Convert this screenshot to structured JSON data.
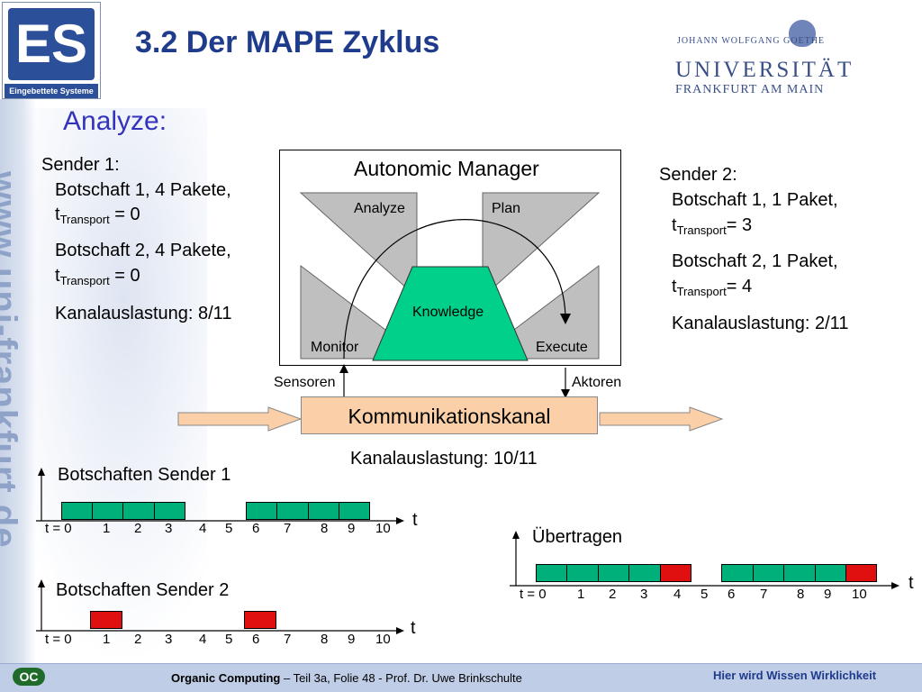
{
  "header": {
    "title": "3.2 Der MAPE Zyklus",
    "logo_es_text": "ES",
    "logo_es_caption": "Eingebettete Systeme",
    "uni_line1": "JOHANN WOLFGANG GOETHE",
    "uni_line2": "UNIVERSITÄT",
    "uni_line3": "FRANKFURT AM MAIN"
  },
  "section_heading": "Analyze:",
  "watermark_url": "www.uni-frankfurt.de",
  "sender1": {
    "title": "Sender 1:",
    "msg1_line1": "Botschaft 1, 4 Pakete,",
    "msg1_t": "t",
    "msg1_sub": "Transport",
    "msg1_val": " = 0",
    "msg2_line1": "Botschaft 2, 4 Pakete,",
    "msg2_t": "t",
    "msg2_sub": "Transport",
    "msg2_val": " = 0",
    "load": "Kanalauslastung: 8/11"
  },
  "sender2": {
    "title": "Sender 2:",
    "msg1_line1": "Botschaft 1, 1 Paket,",
    "msg1_t": "t",
    "msg1_sub": "Transport",
    "msg1_val": "= 3",
    "msg2_line1": "Botschaft 2, 1 Paket,",
    "msg2_t": "t",
    "msg2_sub": "Transport",
    "msg2_val": "= 4",
    "load": "Kanalauslastung: 2/11"
  },
  "diagram": {
    "title": "Autonomic Manager",
    "analyze": "Analyze",
    "plan": "Plan",
    "knowledge": "Knowledge",
    "monitor": "Monitor",
    "execute": "Execute",
    "sensoren": "Sensoren",
    "aktoren": "Aktoren",
    "kanal": "Kommunikationskanal",
    "kanal_load": "Kanalauslastung: 10/11",
    "colors": {
      "gray": "#bfbfbf",
      "knowledge": "#00d08a",
      "kanal": "#fbd0a8"
    }
  },
  "timeline1": {
    "title": "Botschaften Sender 1",
    "axis_label": "t",
    "ticks": [
      "t = 0",
      "1",
      "2",
      "3",
      "4",
      "5",
      "6",
      "7",
      "8",
      "9",
      "10"
    ],
    "cells": [
      "g",
      "g",
      "g",
      "g",
      "",
      "",
      "g",
      "g",
      "g",
      "g",
      ""
    ]
  },
  "timeline2": {
    "title": "Botschaften Sender 2",
    "axis_label": "t",
    "ticks": [
      "t = 0",
      "1",
      "2",
      "3",
      "4",
      "5",
      "6",
      "7",
      "8",
      "9",
      "10"
    ],
    "cells": [
      "",
      "",
      "r",
      "",
      "",
      "",
      "",
      "r",
      "",
      "",
      ""
    ]
  },
  "timeline3": {
    "title": "Übertragen",
    "axis_label": "t",
    "ticks": [
      "t = 0",
      "1",
      "2",
      "3",
      "4",
      "5",
      "6",
      "7",
      "8",
      "9",
      "10"
    ],
    "cells": [
      "g",
      "g",
      "g",
      "g",
      "r",
      "",
      "g",
      "g",
      "g",
      "g",
      "r"
    ]
  },
  "footer": {
    "oc_logo": "OC",
    "course": "Organic Computing",
    "rest": " – Teil 3a, Folie 48 -  Prof. Dr. Uwe Brinkschulte",
    "slogan": "Hier wird Wissen Wirklichkeit"
  }
}
